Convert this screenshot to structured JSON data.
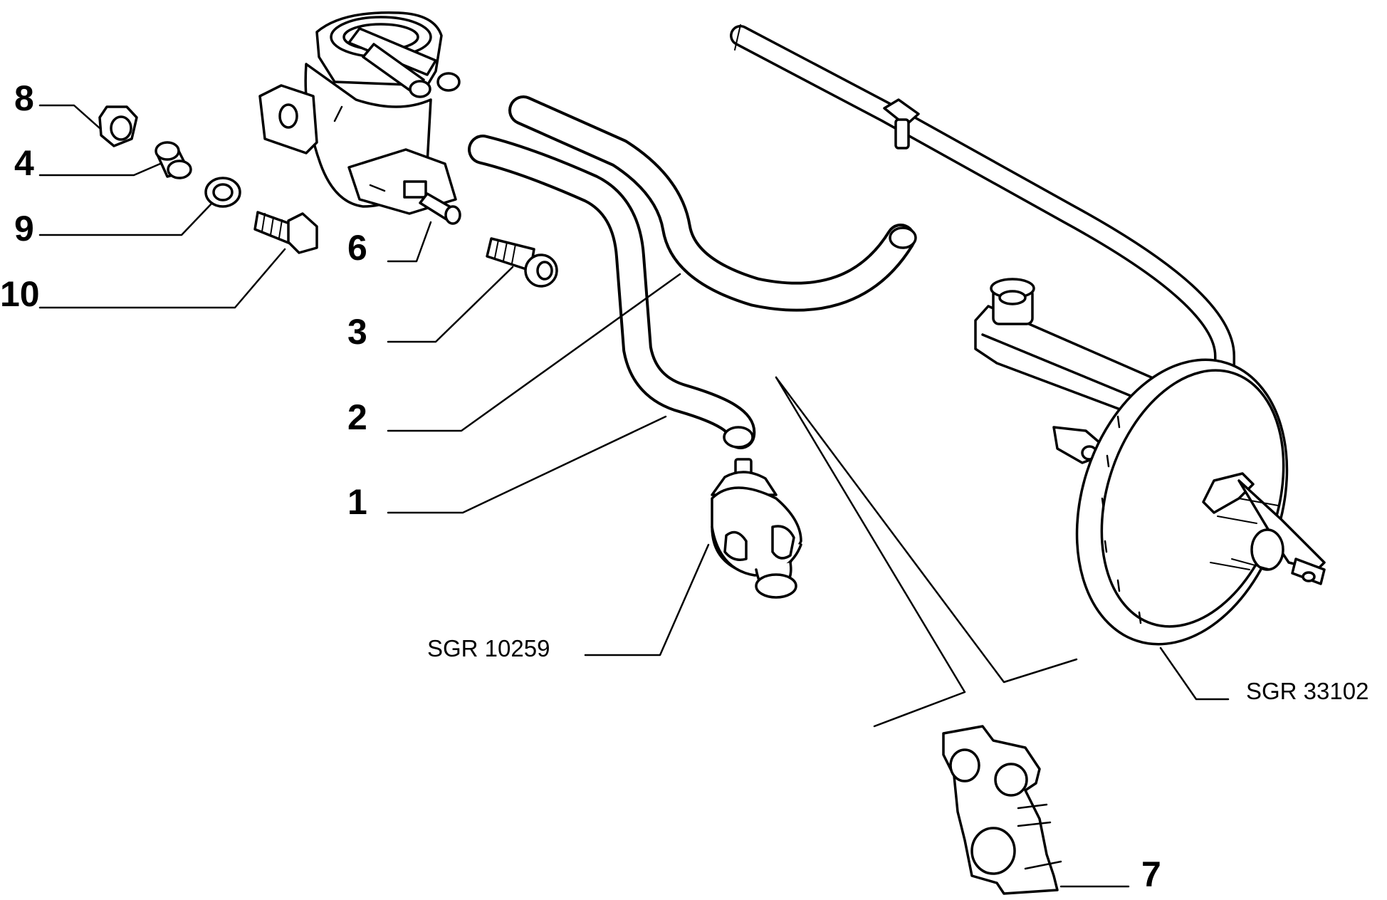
{
  "labels": {
    "p1": "1",
    "p2": "2",
    "p3": "3",
    "p4": "4",
    "p6": "6",
    "p7": "7",
    "p8": "8",
    "p9": "9",
    "p10": "10",
    "sgr_valve": "SGR 10259",
    "sgr_booster": "SGR 33102"
  }
}
